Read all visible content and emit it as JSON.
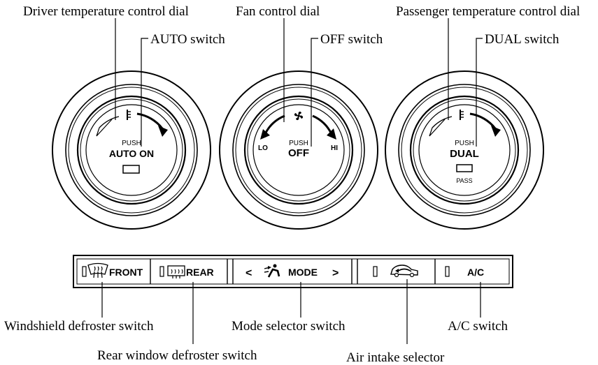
{
  "labels": {
    "driver_dial": "Driver temperature control dial",
    "fan_dial": "Fan control dial",
    "passenger_dial": "Passenger temperature control dial",
    "auto_switch": "AUTO switch",
    "off_switch": "OFF switch",
    "dual_switch": "DUAL switch",
    "windshield_defroster": "Windshield defroster switch",
    "rear_defroster": "Rear window defroster switch",
    "mode_selector": "Mode selector switch",
    "air_intake": "Air intake selector",
    "ac_switch": "A/C switch"
  },
  "dials": {
    "driver": {
      "push": "PUSH",
      "main": "AUTO ON"
    },
    "fan": {
      "push": "PUSH",
      "main": "OFF",
      "lo": "LO",
      "hi": "HI"
    },
    "passenger": {
      "push": "PUSH",
      "main": "DUAL",
      "sub": "PASS"
    }
  },
  "buttons": {
    "front": "FRONT",
    "rear": "REAR",
    "mode": "MODE",
    "mode_left": "<",
    "mode_right": ">",
    "ac": "A/C"
  },
  "icons": {
    "thermometer": "thermometer-icon",
    "fan": "fan-icon",
    "windshield": "windshield-defrost-icon",
    "rear_window": "rear-defrost-icon",
    "airflow": "airflow-mode-icon",
    "car": "air-recirculation-icon"
  }
}
